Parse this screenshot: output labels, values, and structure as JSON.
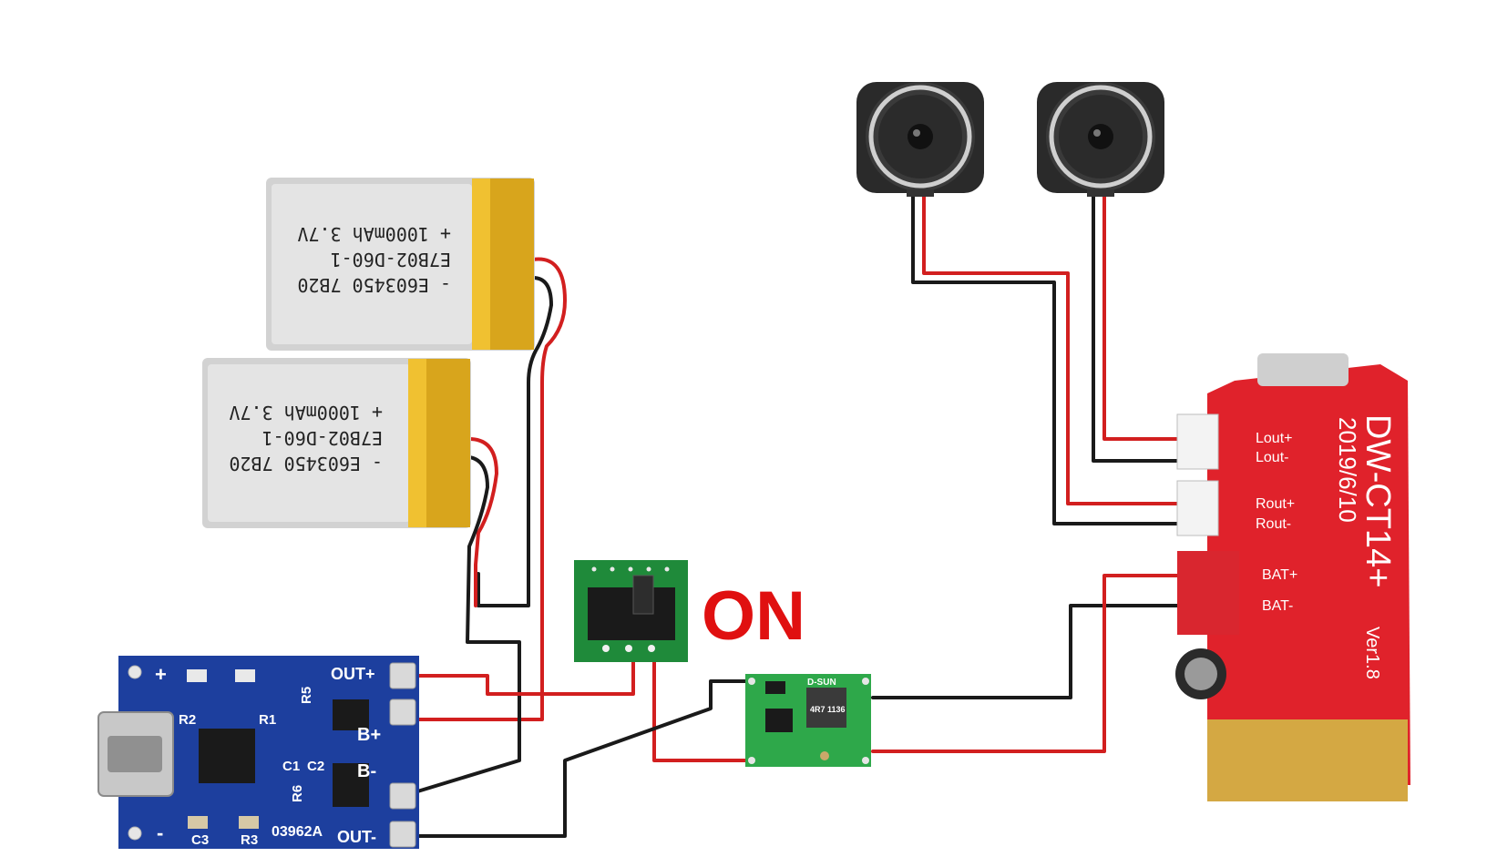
{
  "battery_top": {
    "line1": "+  1000mAh 3.7V",
    "line2": "E7B02-D60-1",
    "line3": "-  E603450 7B20"
  },
  "battery_bottom": {
    "line1": "+  1000mAh 3.7V",
    "line2": "E7B02-D60-1",
    "line3": "-  E603450 7B20"
  },
  "switch_state_label": "ON",
  "charger_board": {
    "out_plus": "OUT+",
    "b_plus": "B+",
    "b_minus": "B-",
    "out_minus": "OUT-",
    "r2": "R2",
    "r1": "R1",
    "r5": "R5",
    "c1": "C1",
    "c2": "C2",
    "r6": "R6",
    "c3": "C3",
    "r3": "R3",
    "code": "03962A",
    "plus": "+",
    "minus": "-"
  },
  "buck_converter": {
    "label": "D-SUN",
    "chip": "4R7 1136"
  },
  "amp_board": {
    "model": "DW-CT14+",
    "date": "2019/6/10",
    "version": "Ver1.8",
    "lout_plus": "Lout+",
    "lout_minus": "Lout-",
    "rout_plus": "Rout+",
    "rout_minus": "Rout-",
    "bat_plus": "BAT+",
    "bat_minus": "BAT-"
  },
  "colors": {
    "wire_red": "#d21f1f",
    "wire_black": "#1a1a1a",
    "pcb_blue": "#1d3f9e",
    "pcb_red": "#e0222b",
    "pcb_green": "#1f8a3a",
    "battery_gold": "#d8a51c",
    "on_label": "#e01010"
  }
}
